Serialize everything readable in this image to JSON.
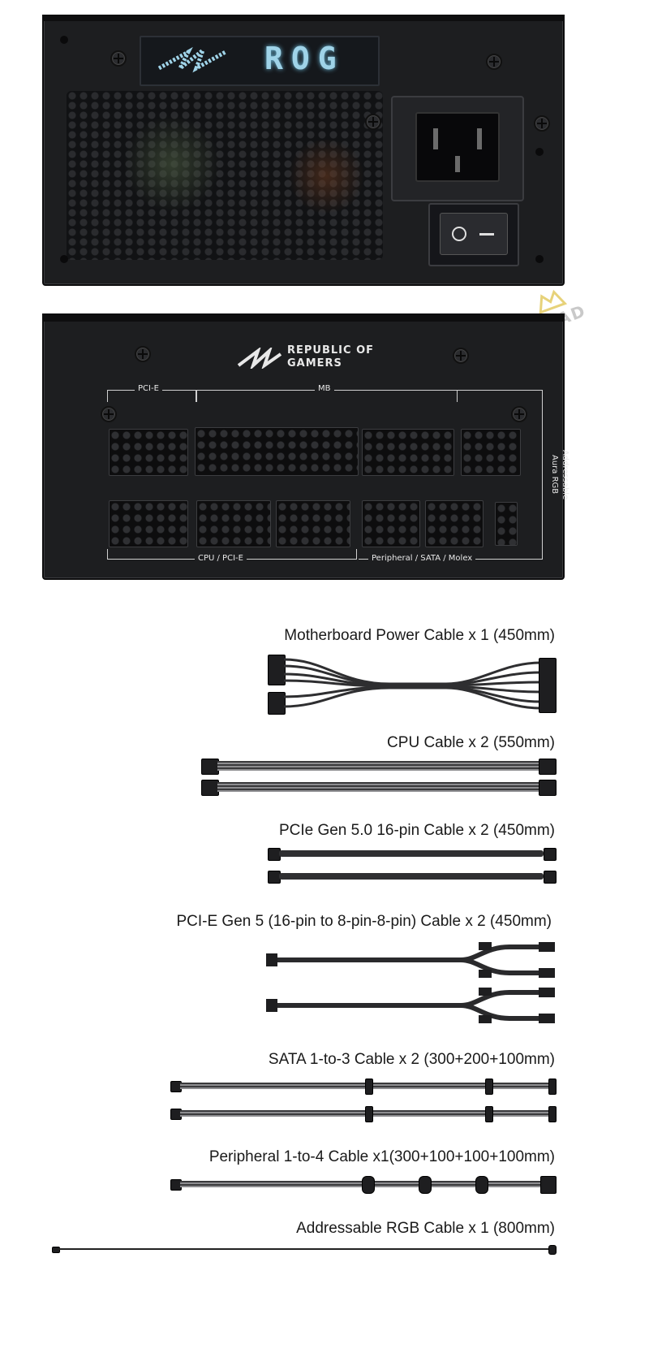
{
  "psu_front": {
    "lcd_text": "ROG"
  },
  "psu_back": {
    "brand_line1": "REPUBLIC OF",
    "brand_line2": "GAMERS",
    "label_pcie": "PCI-E",
    "label_mb": "MB",
    "label_cpu_pcie": "CPU / PCI-E",
    "label_peripheral": "Peripheral / SATA / Molex",
    "label_argb_line1": "Addressable",
    "label_argb_line2": "Aura RGB"
  },
  "watermark": "INPAD",
  "cables": [
    {
      "caption": "Motherboard Power  Cable x 1 (450mm)"
    },
    {
      "caption": "CPU Cable x 2 (550mm)"
    },
    {
      "caption": "PCIe Gen 5.0 16-pin Cable x 2 (450mm)"
    },
    {
      "caption": "PCI-E Gen 5 (16-pin to 8-pin-8-pin) Cable x 2 (450mm)"
    },
    {
      "caption": "SATA 1-to-3 Cable x 2 (300+200+100mm)"
    },
    {
      "caption": "Peripheral 1-to-4 Cable x1(300+100+100+100mm)"
    },
    {
      "caption": "Addressable RGB Cable x 1 (800mm)"
    }
  ],
  "colors": {
    "psu_body": "#1d1e20",
    "lcd_glow": "#9fd3e8",
    "background": "#ffffff"
  }
}
